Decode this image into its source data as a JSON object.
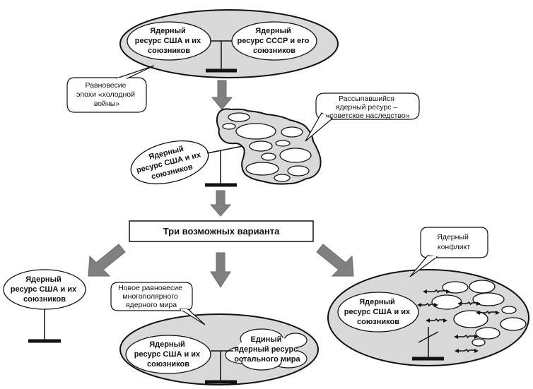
{
  "cold_war": {
    "usa_label": [
      "Ядерный",
      "ресурс США и их",
      "союзников"
    ],
    "ussr_label": [
      "Ядерный",
      "ресурс СССР и его",
      "союзников"
    ],
    "callout": [
      "Равновесие",
      "эпохи «холодной",
      "войны»"
    ]
  },
  "post_soviet": {
    "usa_label": [
      "Ядерный",
      "ресурс США и их",
      "союзников"
    ],
    "callout": [
      "Рассыпавшийся",
      "ядерный ресурс –",
      "«советское наследство»"
    ]
  },
  "options_box": "Три возможных варианта",
  "variant_unipolar": {
    "usa_label": [
      "Ядерный",
      "ресурс США и их",
      "союзников"
    ]
  },
  "variant_multipolar": {
    "callout": [
      "Новое равновесие",
      "многополярного",
      "ядерного мира"
    ],
    "usa_label": [
      "Ядерный",
      "ресурс США и их",
      "союзников"
    ],
    "rest_label": [
      "Единый",
      "ядерный ресурс",
      "остального мира"
    ]
  },
  "variant_conflict": {
    "callout": [
      "Ядерный",
      "конфликт"
    ],
    "usa_label": [
      "Ядерный",
      "ресурс США и их",
      "союзников"
    ]
  },
  "colors": {
    "field": "#d9d9d9",
    "arrow": "#808080",
    "outline": "#111111"
  }
}
